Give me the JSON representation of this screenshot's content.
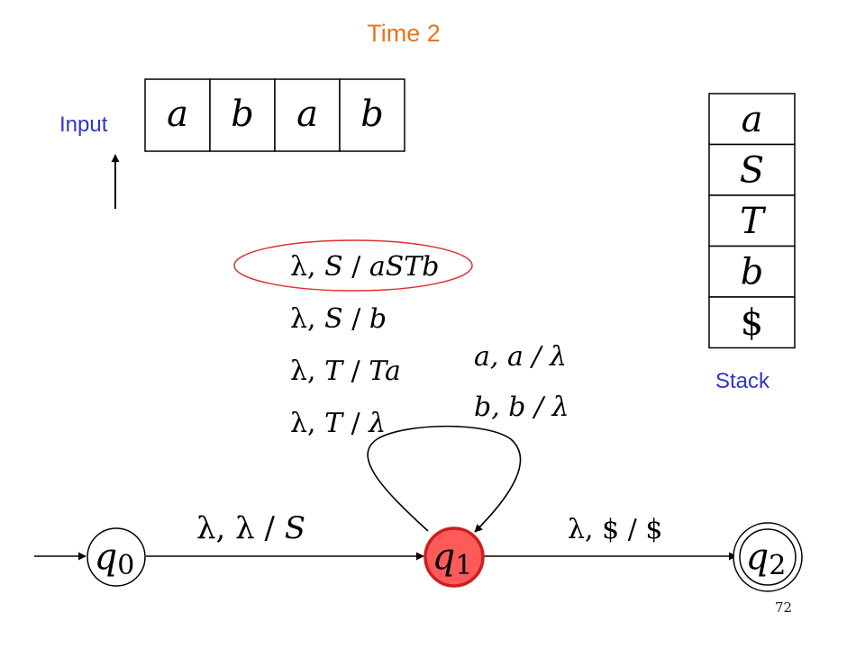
{
  "title": "Time 2",
  "input_label": "Input",
  "stack_label": "Stack",
  "page_number": "72",
  "input_tape": [
    "a",
    "b",
    "a",
    "b"
  ],
  "stack": [
    "a",
    "S",
    "T",
    "b",
    "$"
  ],
  "states": [
    {
      "id": "q0",
      "base": "q",
      "sub": "0",
      "active": false,
      "accepting": false
    },
    {
      "id": "q1",
      "base": "q",
      "sub": "1",
      "active": true,
      "accepting": false
    },
    {
      "id": "q2",
      "base": "q",
      "sub": "2",
      "active": false,
      "accepting": true
    }
  ],
  "rules": [
    {
      "pre": "λ, ",
      "sym": "S",
      "sep": " / ",
      "rhs": "aSTb",
      "highlighted": true
    },
    {
      "pre": "λ, ",
      "sym": "S",
      "sep": " / ",
      "rhs": "b",
      "highlighted": false
    },
    {
      "pre": "λ, ",
      "sym": "T",
      "sep": " / ",
      "rhs": "Ta",
      "highlighted": false
    },
    {
      "pre": "λ, ",
      "sym": "T",
      "sep": " / ",
      "rhs": "λ",
      "highlighted": false
    }
  ],
  "loop_labels": [
    "a, a / λ",
    "b, b / λ"
  ],
  "edge_q0_q1": {
    "pre": "λ, λ / ",
    "sym": "S"
  },
  "edge_q1_q2": {
    "pre": "λ, ",
    "sym": "$ / $"
  },
  "colors": {
    "title": "#e8741a",
    "label": "#3333cc",
    "active_state": "#ff5a5a",
    "highlight": "#e03030"
  }
}
